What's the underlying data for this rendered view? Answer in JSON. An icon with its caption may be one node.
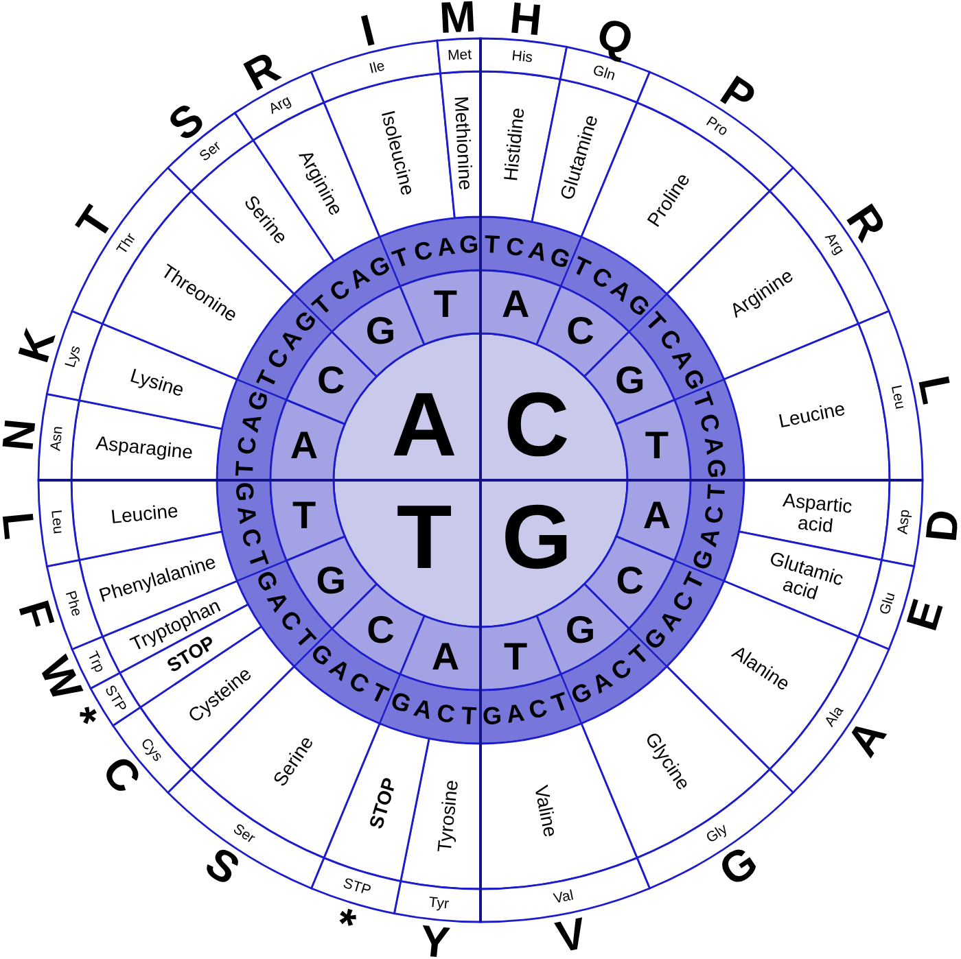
{
  "diagram": {
    "nodes": [
      {
        "text": [
          "A"
        ]
      },
      {
        "text": [
          "C"
        ]
      },
      {
        "text": [
          "T"
        ]
      },
      {
        "text": [
          "G"
        ]
      },
      {
        "text": [
          "A"
        ]
      },
      {
        "text": [
          "C"
        ]
      },
      {
        "text": [
          "G"
        ]
      },
      {
        "text": [
          "T"
        ]
      },
      {
        "text": [
          "A"
        ]
      },
      {
        "text": [
          "C"
        ]
      },
      {
        "text": [
          "G"
        ]
      },
      {
        "text": [
          "T"
        ]
      },
      {
        "text": [
          "A"
        ]
      },
      {
        "text": [
          "C"
        ]
      },
      {
        "text": [
          "G"
        ]
      },
      {
        "text": [
          "T"
        ]
      },
      {
        "text": [
          "A"
        ]
      },
      {
        "text": [
          "C"
        ]
      },
      {
        "text": [
          "G"
        ]
      },
      {
        "text": [
          "T"
        ]
      },
      {
        "text": [
          "Histidine"
        ]
      },
      {
        "text": [
          "Glutamine"
        ]
      },
      {
        "text": [
          "Proline"
        ]
      },
      {
        "text": [
          "Arginine"
        ]
      },
      {
        "text": [
          "Leucine"
        ]
      },
      {
        "text": [
          "Aspartic acid"
        ]
      },
      {
        "text": [
          "Glutamic acid"
        ]
      },
      {
        "text": [
          "Alanine"
        ]
      },
      {
        "text": [
          "Glycine"
        ]
      },
      {
        "text": [
          "Valine"
        ]
      },
      {
        "text": [
          "Tyrosine"
        ]
      },
      {
        "text": [
          "STOP"
        ]
      },
      {
        "text": [
          "Serine"
        ]
      },
      {
        "text": [
          "Cysteine"
        ]
      },
      {
        "text": [
          "STOP"
        ]
      },
      {
        "text": [
          "Tryptophan"
        ]
      },
      {
        "text": [
          "Phenylalanine"
        ]
      },
      {
        "text": [
          "Leucine"
        ]
      },
      {
        "text": [
          "Asparagine"
        ]
      },
      {
        "text": [
          "Lysine"
        ]
      },
      {
        "text": [
          "Threonine"
        ]
      },
      {
        "text": [
          "Serine"
        ]
      },
      {
        "text": [
          "Arginine"
        ]
      },
      {
        "text": [
          "Isoleucine"
        ]
      },
      {
        "text": [
          "Methionine"
        ]
      },
      {
        "text": [
          "His"
        ]
      },
      {
        "text": [
          "Gln"
        ]
      },
      {
        "text": [
          "Pro"
        ]
      },
      {
        "text": [
          "Arg"
        ]
      },
      {
        "text": [
          "Leu"
        ]
      },
      {
        "text": [
          "Asp"
        ]
      },
      {
        "text": [
          "Glu"
        ]
      },
      {
        "text": [
          "Ala"
        ]
      },
      {
        "text": [
          "Gly"
        ]
      },
      {
        "text": [
          "Val"
        ]
      },
      {
        "text": [
          "Tyr"
        ]
      },
      {
        "text": [
          "STP"
        ]
      },
      {
        "text": [
          "Ser"
        ]
      },
      {
        "text": [
          "Cys"
        ]
      },
      {
        "text": [
          "STP"
        ]
      },
      {
        "text": [
          "Trp"
        ]
      },
      {
        "text": [
          "Phe"
        ]
      },
      {
        "text": [
          "Leu"
        ]
      },
      {
        "text": [
          "Asn"
        ]
      },
      {
        "text": [
          "Lys"
        ]
      },
      {
        "text": [
          "Thr"
        ]
      },
      {
        "text": [
          "Ser"
        ]
      },
      {
        "text": [
          "Arg"
        ]
      },
      {
        "text": [
          "Ile"
        ]
      },
      {
        "text": [
          "Met"
        ]
      }
    ],
    "labels": [
      "T",
      "C",
      "A",
      "G",
      "T",
      "C",
      "A",
      "G",
      "T",
      "C",
      "A",
      "G",
      "T",
      "C",
      "A",
      "G",
      "T",
      "C",
      "A",
      "G",
      "T",
      "C",
      "A",
      "G",
      "T",
      "C",
      "A",
      "G",
      "T",
      "C",
      "A",
      "G",
      "T",
      "C",
      "A",
      "G",
      "T",
      "C",
      "A",
      "G",
      "T",
      "C",
      "A",
      "G",
      "T",
      "C",
      "A",
      "G",
      "T",
      "C",
      "A",
      "G",
      "T",
      "C",
      "A",
      "G",
      "T",
      "C",
      "A",
      "G",
      "T",
      "C",
      "A",
      "G",
      "H",
      "Q",
      "P",
      "R",
      "L",
      "D",
      "E",
      "A",
      "G",
      "V",
      "Y",
      "*",
      "S",
      "C",
      "*",
      "W",
      "F",
      "L",
      "N",
      "K",
      "T",
      "S",
      "R",
      "I",
      "M"
    ]
  }
}
